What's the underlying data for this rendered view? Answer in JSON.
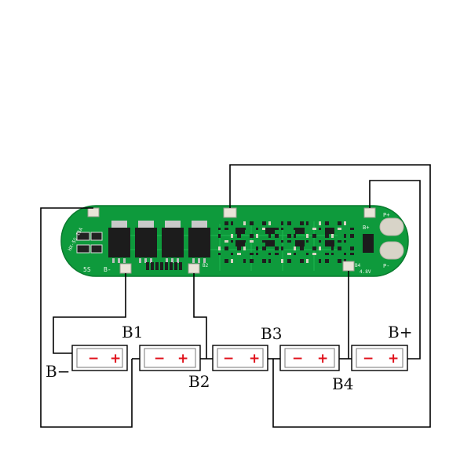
{
  "board": {
    "cell_count_label": "5S",
    "bminus_label": "B-",
    "b2_label": "B2",
    "pplus_label": "P+",
    "bplus_label": "B+",
    "pminus_label": "P-",
    "voltage_label": "4.8V",
    "b4_label": "B4",
    "model_text": "HX-5S-15A"
  },
  "labels": {
    "b_minus": "B−",
    "b1": "B1",
    "b2": "B2",
    "b3": "B3",
    "b4": "B4",
    "b_plus": "B+"
  },
  "cells": [
    {
      "minus": "−",
      "plus": "+"
    },
    {
      "minus": "−",
      "plus": "+"
    },
    {
      "minus": "−",
      "plus": "+"
    },
    {
      "minus": "−",
      "plus": "+"
    },
    {
      "minus": "−",
      "plus": "+"
    }
  ],
  "colors": {
    "pcb": "#0e9a3c",
    "pad": "#e9e4d8",
    "sign": "#e0101a",
    "wire": "#000000"
  }
}
